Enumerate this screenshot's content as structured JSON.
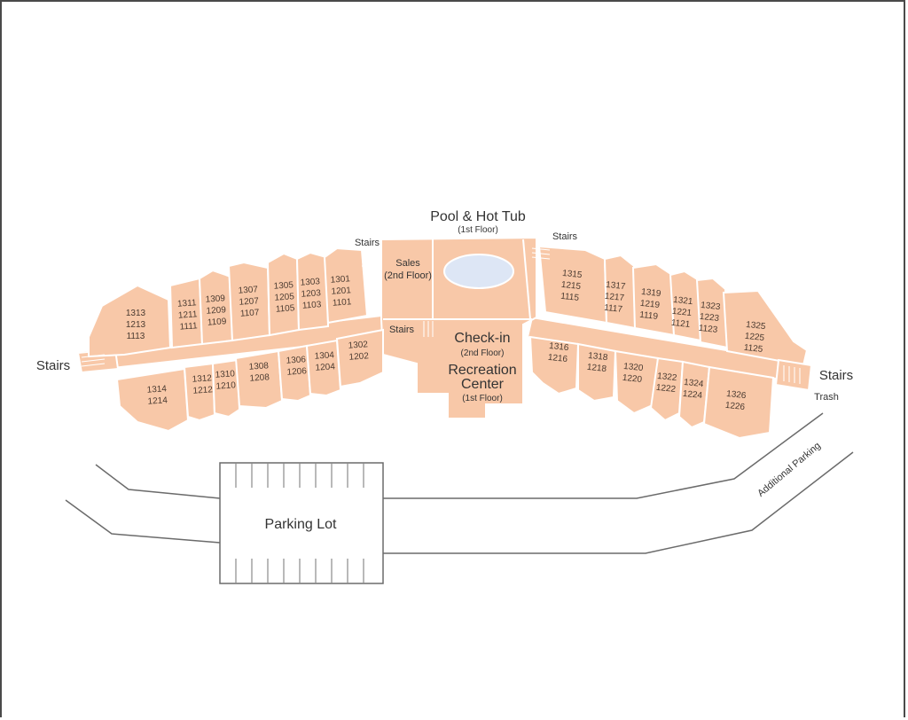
{
  "labels": {
    "pool": "Pool & Hot Tub",
    "pool_floor": "(1st Floor)",
    "stairs": "Stairs",
    "sales": "Sales",
    "sales_floor": "(2nd Floor)",
    "checkin": "Check-in",
    "checkin_floor": "(2nd Floor)",
    "recreation_1": "Recreation",
    "recreation_2": "Center",
    "recreation_floor": "(1st Floor)",
    "trash": "Trash",
    "parking_lot": "Parking Lot",
    "additional_parking": "Additional Parking"
  },
  "units_top_row": [
    {
      "lines": [
        "1313",
        "1213",
        "1113"
      ]
    },
    {
      "lines": [
        "1311",
        "1211",
        "1111"
      ]
    },
    {
      "lines": [
        "1309",
        "1209",
        "1109"
      ]
    },
    {
      "lines": [
        "1307",
        "1207",
        "1107"
      ]
    },
    {
      "lines": [
        "1305",
        "1205",
        "1105"
      ]
    },
    {
      "lines": [
        "1303",
        "1203",
        "1103"
      ]
    },
    {
      "lines": [
        "1301",
        "1201",
        "1101"
      ]
    },
    {
      "lines": [
        "1315",
        "1215",
        "1115"
      ]
    },
    {
      "lines": [
        "1317",
        "1217",
        "1117"
      ]
    },
    {
      "lines": [
        "1319",
        "1219",
        "1119"
      ]
    },
    {
      "lines": [
        "1321",
        "1221",
        "1121"
      ]
    },
    {
      "lines": [
        "1323",
        "1223",
        "1123"
      ]
    },
    {
      "lines": [
        "1325",
        "1225",
        "1125"
      ]
    }
  ],
  "units_bottom_row": [
    {
      "lines": [
        "1314",
        "1214"
      ]
    },
    {
      "lines": [
        "1312",
        "1212"
      ]
    },
    {
      "lines": [
        "1310",
        "1210"
      ]
    },
    {
      "lines": [
        "1308",
        "1208"
      ]
    },
    {
      "lines": [
        "1306",
        "1206"
      ]
    },
    {
      "lines": [
        "1304",
        "1204"
      ]
    },
    {
      "lines": [
        "1302",
        "1202"
      ]
    },
    {
      "lines": [
        "1316",
        "1216"
      ]
    },
    {
      "lines": [
        "1318",
        "1218"
      ]
    },
    {
      "lines": [
        "1320",
        "1220"
      ]
    },
    {
      "lines": [
        "1322",
        "1222"
      ]
    },
    {
      "lines": [
        "1324",
        "1224"
      ]
    },
    {
      "lines": [
        "1326",
        "1226"
      ]
    }
  ]
}
